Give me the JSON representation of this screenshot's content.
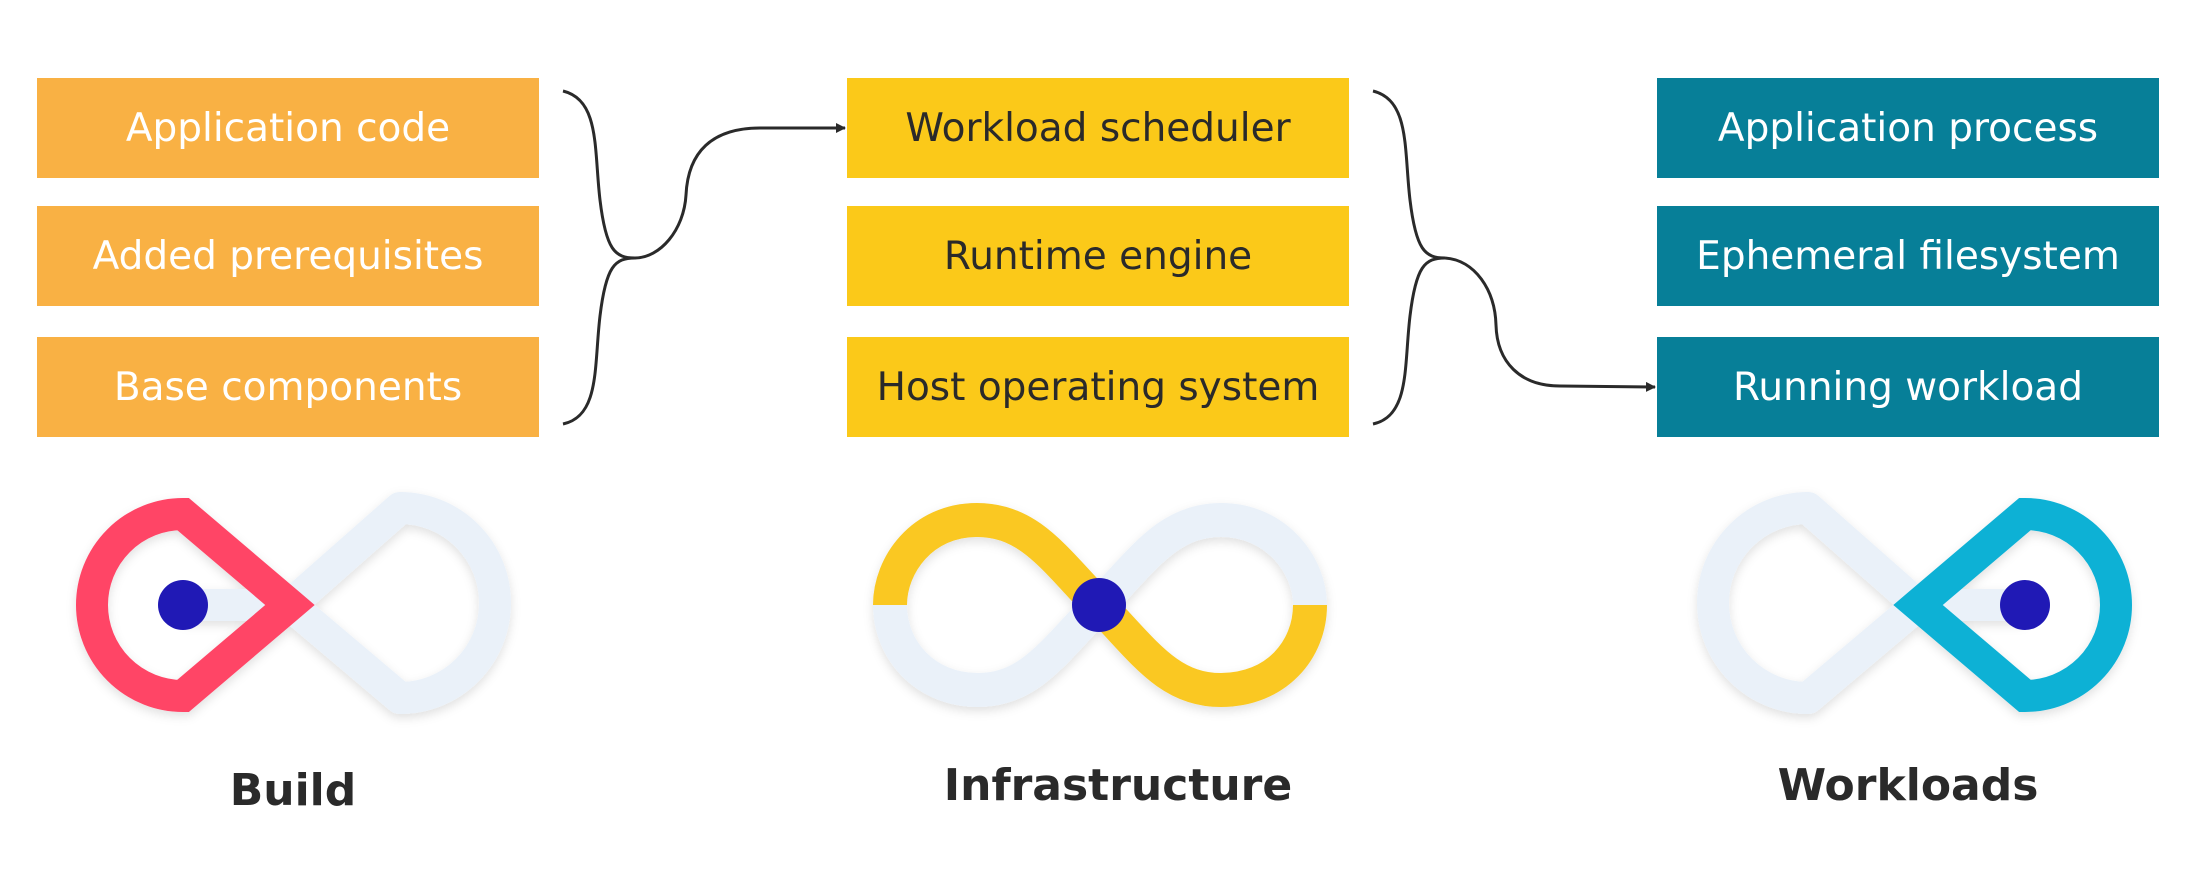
{
  "build": {
    "boxes": [
      "Application code",
      "Added prerequisites",
      "Base components"
    ],
    "label": "Build",
    "color": "#f9b144",
    "ring_color": "#ff4466"
  },
  "infrastructure": {
    "boxes": [
      "Workload scheduler",
      "Runtime engine",
      "Host operating system"
    ],
    "label": "Infrastructure",
    "color": "#fbc919",
    "ring_color": "#fac823"
  },
  "workloads": {
    "boxes": [
      "Application process",
      "Ephemeral filesystem",
      "Running workload"
    ],
    "label": "Workloads",
    "color": "#077f98",
    "ring_color": "#0fb1d5"
  },
  "colors": {
    "dot": "#2019b5",
    "ring_inactive": "#eaf1f9",
    "connector": "#2a2a2a"
  }
}
